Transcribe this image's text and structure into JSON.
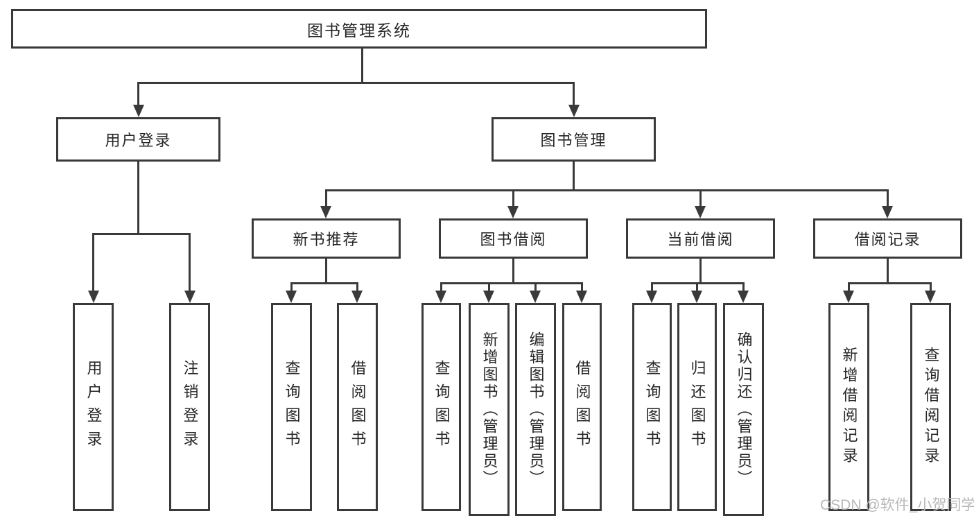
{
  "title": "图书管理系统",
  "tree": {
    "root": "图书管理系统",
    "branches": [
      {
        "label": "用户登录",
        "children": [
          "用户登录",
          "注销登录"
        ]
      },
      {
        "label": "图书管理",
        "groups": [
          {
            "label": "新书推荐",
            "children": [
              "查询图书",
              "借阅图书"
            ]
          },
          {
            "label": "图书借阅",
            "children": [
              "查询图书",
              "新增图书（管理员）",
              "编辑图书（管理员）",
              "借阅图书"
            ]
          },
          {
            "label": "当前借阅",
            "children": [
              "查询图书",
              "归还图书",
              "确认归还（管理员）"
            ]
          },
          {
            "label": "借阅记录",
            "children": [
              "新增借阅记录",
              "查询借阅记录"
            ]
          }
        ]
      }
    ]
  },
  "watermark": "CSDN @软件_小贺同学",
  "colors": {
    "line": "#3a3a3a",
    "text": "#262626",
    "watermark": "#b8b8b8",
    "background": "#ffffff"
  }
}
